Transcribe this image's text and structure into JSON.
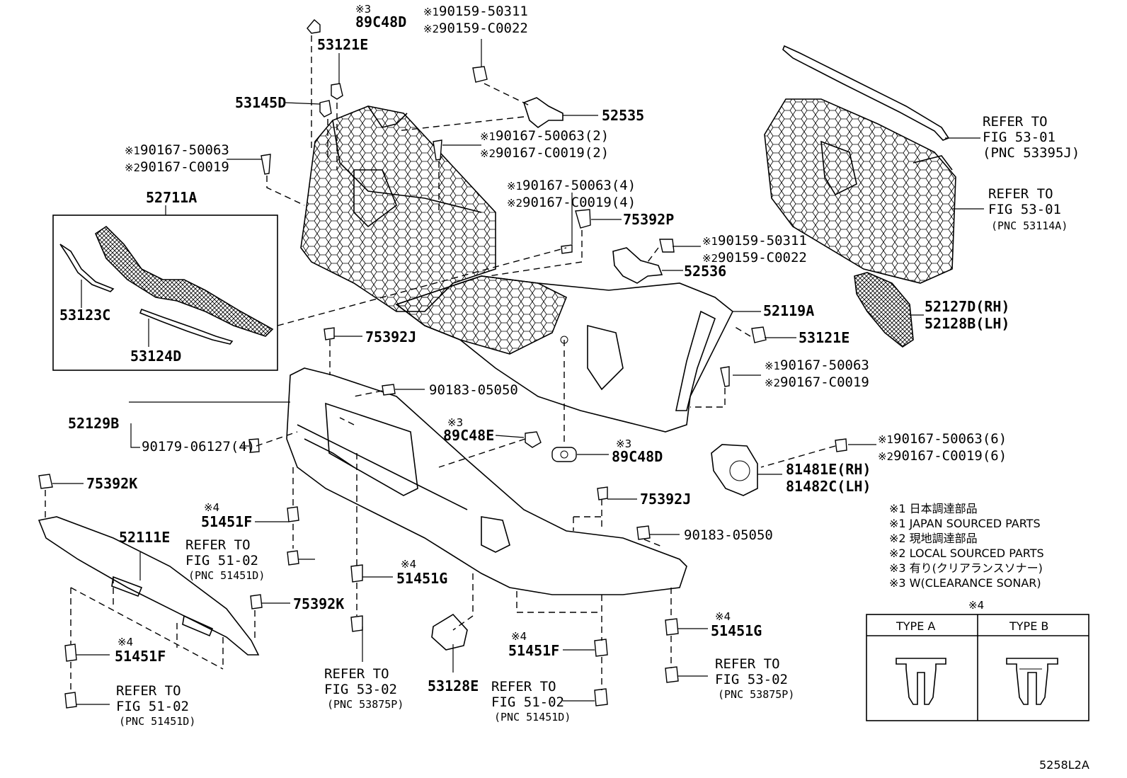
{
  "callouts": {
    "c_89c48d_top": "89C48D",
    "c_90159_50311_a": "90159-50311",
    "c_90159_c0022_a": "90159-C0022",
    "c_53121e_top": "53121E",
    "c_53145d": "53145D",
    "c_52535": "52535",
    "c_90167_50063_2": "90167-50063(2)",
    "c_90167_c0019_2": "90167-C0019(2)",
    "c_90167_50063_left": "90167-50063",
    "c_90167_c0019_left": "90167-C0019",
    "c_52711a": "52711A",
    "c_53123c": "53123C",
    "c_53124d": "53124D",
    "c_90167_50063_4": "90167-50063(4)",
    "c_90167_c0019_4": "90167-C0019(4)",
    "c_75392p": "75392P",
    "c_90159_50311_b": "90159-50311",
    "c_90159_c0022_b": "90159-C0022",
    "c_52536": "52536",
    "c_52119a": "52119A",
    "c_53121e_right": "53121E",
    "c_52127d": "52127D(RH)",
    "c_52128b": "52128B(LH)",
    "c_75392j_top": "75392J",
    "c_90183_05050_a": "90183-05050",
    "c_90167_50063_right": "90167-50063",
    "c_90167_c0019_right": "90167-C0019",
    "c_52129b": "52129B",
    "c_90179_06127": "90179-06127(4)",
    "c_89c48e": "89C48E",
    "c_89c48d_mid": "89C48D",
    "c_90167_50063_6": "90167-50063(6)",
    "c_90167_c0019_6": "90167-C0019(6)",
    "c_81481e": "81481E(RH)",
    "c_81482c": "81482C(LH)",
    "c_75392k_top": "75392K",
    "c_51451f_a": "51451F",
    "c_75392j_mid": "75392J",
    "c_90183_05050_b": "90183-05050",
    "c_52111e": "52111E",
    "c_51451g_a": "51451G",
    "c_75392k_low": "75392K",
    "c_51451g_b": "51451G",
    "c_51451f_b": "51451F",
    "c_51451f_c": "51451F",
    "c_53128e": "53128E"
  },
  "refers": {
    "refer_to": "REFER TO",
    "fig_53_01": "FIG 53-01",
    "fig_51_02": "FIG 51-02",
    "fig_53_02": "FIG 53-02",
    "pnc_53395j": "(PNC 53395J)",
    "pnc_53114a": "(PNC 53114A)",
    "pnc_51451d": "(PNC 51451D)",
    "pnc_53875p": "(PNC 53875P)"
  },
  "marks": {
    "m1": "※1",
    "m2": "※2",
    "m3": "※3",
    "m4": "※4"
  },
  "legend": {
    "l1a": "※1 日本調達部品",
    "l1b": "※1 JAPAN SOURCED PARTS",
    "l2a": "※2 現地調達部品",
    "l2b": "※2 LOCAL SOURCED PARTS",
    "l3a": "※3 有り(クリアランスソナー)",
    "l3b": "※3 W(CLEARANCE SONAR)"
  },
  "type_table": {
    "mark": "※4",
    "type_a": "TYPE A",
    "type_b": "TYPE B"
  },
  "drawing_code": "5258L2A"
}
